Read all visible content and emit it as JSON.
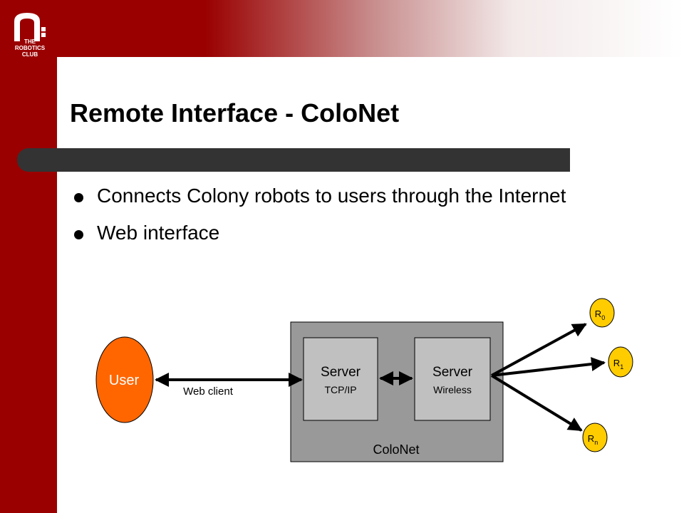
{
  "slide": {
    "title": "Remote Interface - ColoNet",
    "bullets": [
      "Connects Colony robots to users through the Internet",
      "Web interface"
    ]
  },
  "logo": {
    "line1": "THE",
    "line2": "ROBOTICS",
    "line3": "CLUB"
  },
  "diagram": {
    "user_label": "User",
    "web_client_label": "Web client",
    "colonet_label": "ColoNet",
    "server_tcp": {
      "title": "Server",
      "subtitle": "TCP/IP"
    },
    "server_wireless": {
      "title": "Server",
      "subtitle": "Wireless"
    },
    "robots": [
      {
        "base": "R",
        "sub": "0"
      },
      {
        "base": "R",
        "sub": "1"
      },
      {
        "base": "R",
        "sub": "n"
      }
    ]
  },
  "colors": {
    "brand_red": "#9a0000",
    "user_fill": "#ff6600",
    "robot_fill": "#ffcc00",
    "colonet_fill": "#999999",
    "server_fill": "#c0c0c0"
  }
}
